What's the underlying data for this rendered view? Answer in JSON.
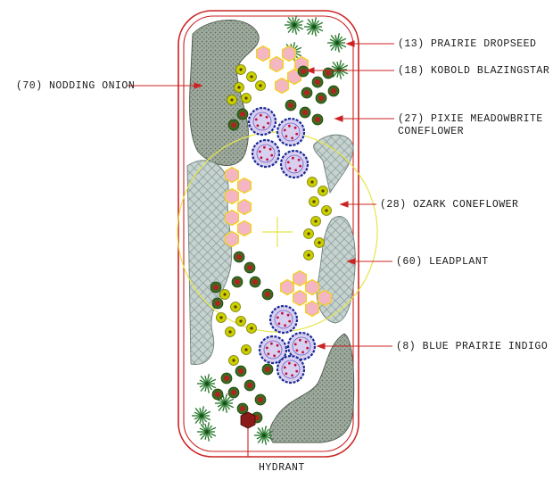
{
  "colors": {
    "bed_outline": "#cc2222",
    "leader": "#cc2222",
    "nodding_onion": "#8c9a8c",
    "leadplant": "#a9b8b4",
    "dropseed": "#2e7d32",
    "blazingstar": "#f4b6c2",
    "blazingstar_edge": "#f2d21b",
    "coneflower_small": "#c8d000",
    "coneflower_dot": "#5a3b00",
    "meadowbrite": "#3a6b1e",
    "meadowbrite_center": "#b22222",
    "indigo_fill": "#d9d0f0",
    "indigo_edge": "#1a2a99",
    "indigo_dot": "#c0113a",
    "center_circle": "#e5e54a",
    "hydrant": "#8b1a1a"
  },
  "labels": {
    "prairie_dropseed": "(13) PRAIRIE DROPSEED",
    "kobold_blazingstar": "(18) KOBOLD BLAZINGSTAR",
    "pixie_meadowbrite_1": "(27) PIXIE MEADOWBRITE",
    "pixie_meadowbrite_2": "CONEFLOWER",
    "ozark_coneflower": "(28) OZARK CONEFLOWER",
    "leadplant": "(60) LEADPLANT",
    "blue_prairie_indigo": "(8) BLUE PRAIRIE INDIGO",
    "nodding_onion": "(70) NODDING ONION",
    "hydrant": "HYDRANT"
  }
}
